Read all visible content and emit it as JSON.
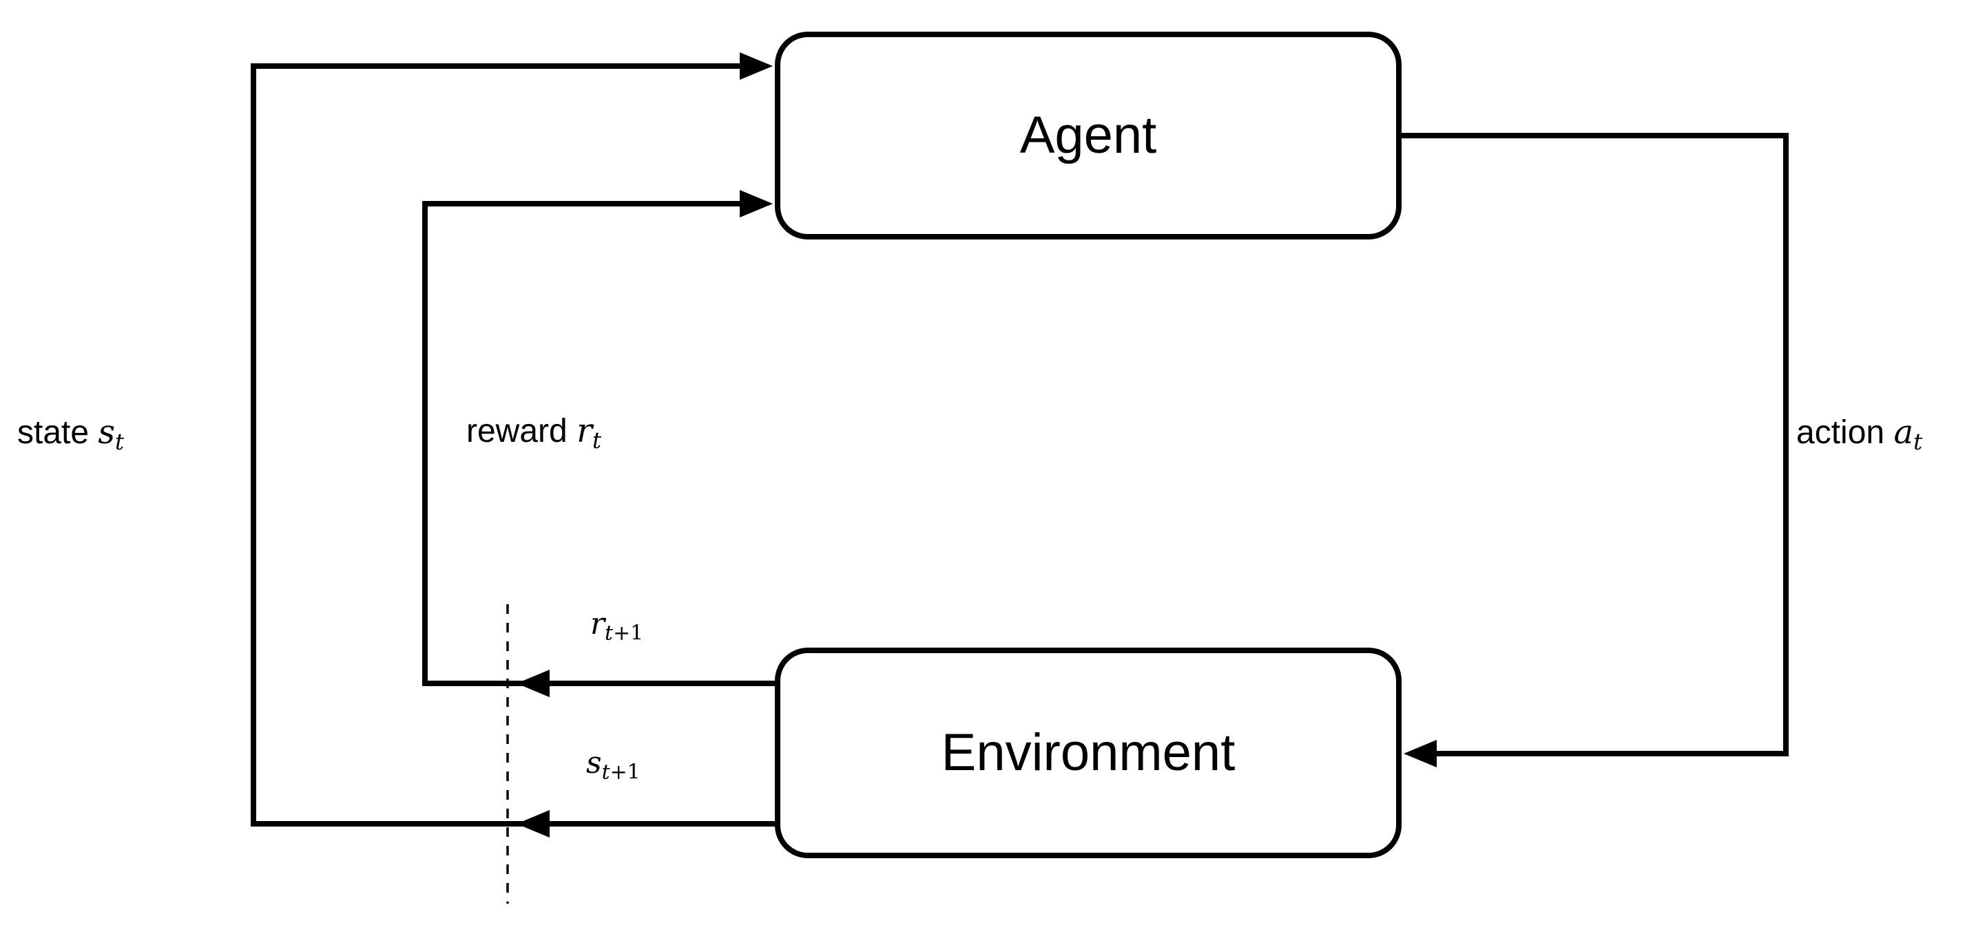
{
  "diagram": {
    "background_color": "#ffffff",
    "line_color": "#000000",
    "text_color": "#000000"
  },
  "nodes": {
    "agent": {
      "label": "Agent"
    },
    "environment": {
      "label": "Environment"
    }
  },
  "edge_labels": {
    "state": {
      "word": "state",
      "symbol": "s",
      "subscript": "t"
    },
    "reward": {
      "word": "reward",
      "symbol": "r",
      "subscript": "t"
    },
    "action": {
      "word": "action",
      "symbol": "a",
      "subscript": "t"
    },
    "next_reward": {
      "symbol": "r",
      "subscript_var": "t",
      "subscript_op": "+1"
    },
    "next_state": {
      "symbol": "s",
      "subscript_var": "t",
      "subscript_op": "+1"
    }
  }
}
